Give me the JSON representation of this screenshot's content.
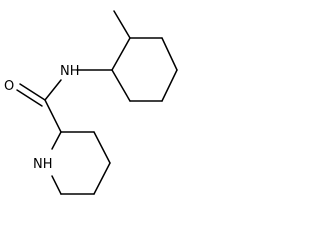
{
  "molecule": {
    "atoms": {
      "amide_nitrogen": "NH",
      "carbonyl_oxygen": "O",
      "ring_nitrogen": "NH"
    }
  }
}
